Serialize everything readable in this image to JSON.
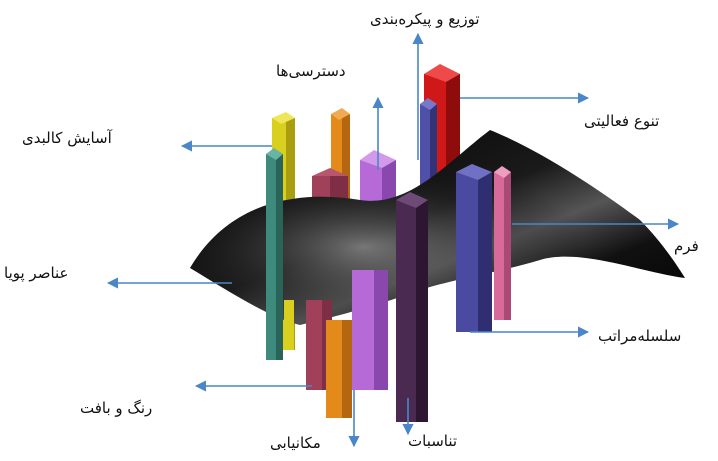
{
  "diagram": {
    "labels": {
      "dastrasi": "دسترسی‌ها",
      "tozi": "توزیع و پیکره‌بندی",
      "tanavo": "تنوع فعالیتی",
      "asayesh": "آسایش کالبدی",
      "form": "فرم",
      "anaser": "عناصر پویا",
      "selsele": "سلسله‌مراتب",
      "rang": "رنگ و بافت",
      "mekanyabi": "مکانیابی",
      "tanasobat": "تناسبات"
    },
    "colors": {
      "arrow": "#4a86c8",
      "surface": "#000000",
      "yellow": "#d9cf1e",
      "teal": "#3e8a7c",
      "orange": "#e38a1a",
      "violet": "#b56ad8",
      "maroon": "#a0405a",
      "dark_purple": "#4a2a50",
      "indigo": "#4a4aa0",
      "red": "#d01818",
      "pink": "#d86a9a"
    }
  }
}
